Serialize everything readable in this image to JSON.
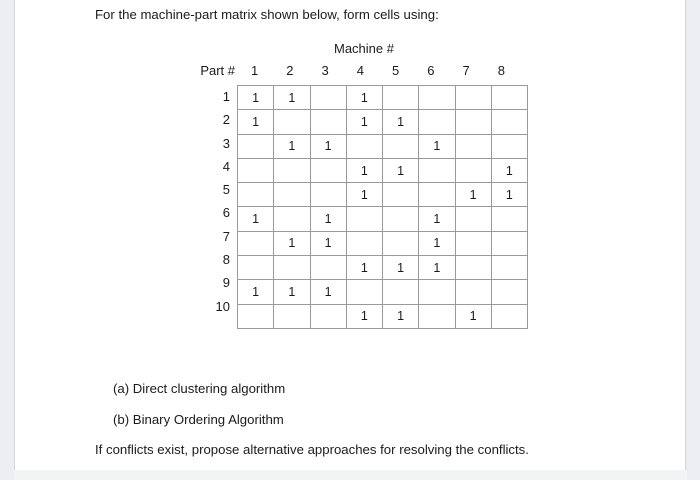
{
  "document": {
    "prompt": "For the machine-part matrix shown below, form cells using:",
    "closing_note": "If conflicts exist, propose alternative approaches for resolving the conflicts.",
    "options": [
      {
        "label": "(a) Direct clustering algorithm"
      },
      {
        "label": "(b) Binary Ordering Algorithm"
      }
    ]
  },
  "matrix": {
    "column_group_title": "Machine #",
    "row_group_title": "Part #",
    "column_headers": [
      "1",
      "2",
      "3",
      "4",
      "5",
      "6",
      "7",
      "8"
    ],
    "row_headers": [
      "1",
      "2",
      "3",
      "4",
      "5",
      "6",
      "7",
      "8",
      "9",
      "10"
    ],
    "mark": "1",
    "empty": "",
    "rows": [
      {
        "part": "1",
        "cells": [
          "1",
          "1",
          "",
          "1",
          "",
          "",
          "",
          ""
        ]
      },
      {
        "part": "2",
        "cells": [
          "1",
          "",
          "",
          "1",
          "1",
          "",
          "",
          ""
        ]
      },
      {
        "part": "3",
        "cells": [
          "",
          "1",
          "1",
          "",
          "",
          "1",
          "",
          ""
        ]
      },
      {
        "part": "4",
        "cells": [
          "",
          "",
          "",
          "1",
          "1",
          "",
          "",
          "1"
        ]
      },
      {
        "part": "5",
        "cells": [
          "",
          "",
          "",
          "1",
          "",
          "",
          "1",
          "1"
        ]
      },
      {
        "part": "6",
        "cells": [
          "1",
          "",
          "1",
          "",
          "",
          "1",
          "",
          ""
        ]
      },
      {
        "part": "7",
        "cells": [
          "",
          "1",
          "1",
          "",
          "",
          "1",
          "",
          ""
        ]
      },
      {
        "part": "8",
        "cells": [
          "",
          "",
          "",
          "1",
          "1",
          "1",
          "",
          ""
        ]
      },
      {
        "part": "9",
        "cells": [
          "1",
          "1",
          "1",
          "",
          "",
          "",
          "",
          ""
        ]
      },
      {
        "part": "10",
        "cells": [
          "",
          "",
          "",
          "1",
          "1",
          "",
          "1",
          ""
        ]
      }
    ]
  },
  "colors": {
    "page_background": "#ffffff",
    "app_background": "#e8e9ec",
    "text": "#1b1b1b",
    "grid_line": "#9a9a9a"
  }
}
